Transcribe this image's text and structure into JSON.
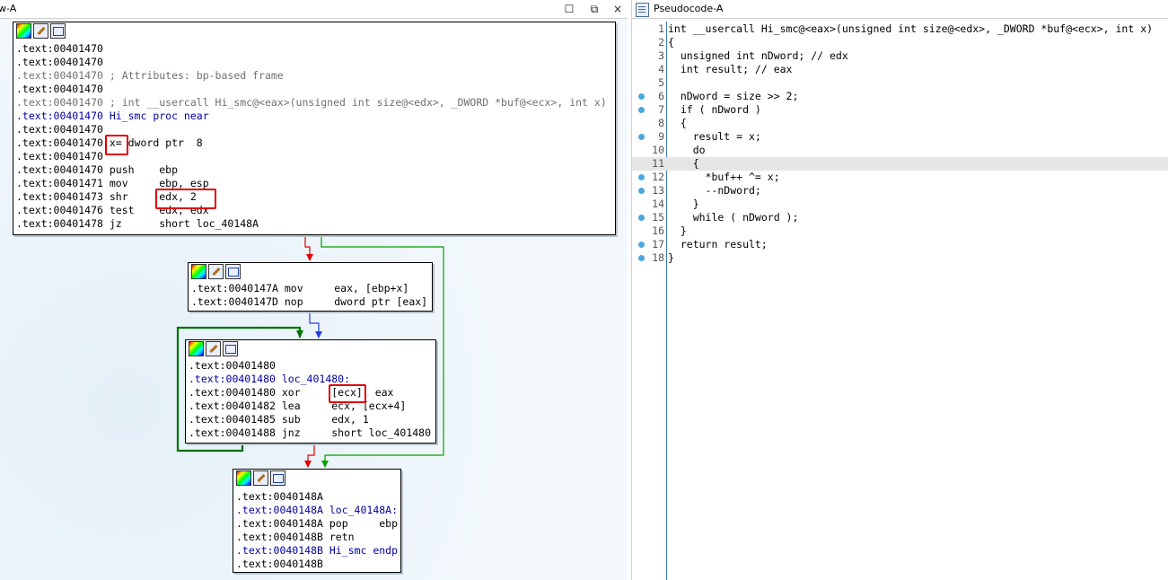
{
  "left": {
    "title": "w-A",
    "buttons": {
      "close_label": "×"
    }
  },
  "right": {
    "title": "Pseudocode-A"
  },
  "nodes": {
    "n1": [
      ".text:00401470",
      ".text:00401470",
      ".text:00401470 ; Attributes: bp-based frame",
      ".text:00401470",
      ".text:00401470 ; int __usercall Hi_smc@<eax>(unsigned int size@<edx>, _DWORD *buf@<ecx>, int x)",
      ".text:00401470 Hi_smc proc near",
      ".text:00401470",
      ".text:00401470 x= dword ptr  8",
      ".text:00401470",
      ".text:00401470 push    ebp",
      ".text:00401471 mov     ebp, esp",
      ".text:00401473 shr     edx, 2",
      ".text:00401476 test    edx, edx",
      ".text:00401478 jz      short loc_40148A"
    ],
    "n2": [
      ".text:0040147A mov     eax, [ebp+x]",
      ".text:0040147D nop     dword ptr [eax]"
    ],
    "n3": [
      ".text:00401480",
      ".text:00401480 loc_401480:",
      ".text:00401480 xor     [ecx], eax",
      ".text:00401482 lea     ecx, [ecx+4]",
      ".text:00401485 sub     edx, 1",
      ".text:00401488 jnz     short loc_401480"
    ],
    "n4": [
      ".text:0040148A",
      ".text:0040148A loc_40148A:",
      ".text:0040148A pop     ebp",
      ".text:0040148B retn",
      ".text:0040148B Hi_smc endp",
      ".text:0040148B"
    ]
  },
  "pseudocode": {
    "line_numbers": [
      "1",
      "2",
      "3",
      "4",
      "5",
      "6",
      "7",
      "8",
      "9",
      "10",
      "11",
      "12",
      "13",
      "14",
      "15",
      "16",
      "17",
      "18"
    ],
    "lines": [
      "int __usercall Hi_smc@<eax>(unsigned int size@<edx>, _DWORD *buf@<ecx>, int x)",
      "{",
      "  unsigned int nDword; // edx",
      "  int result; // eax",
      "",
      "  nDword = size >> 2;",
      "  if ( nDword )",
      "  {",
      "    result = x;",
      "    do",
      "    {",
      "      *buf++ ^= x;",
      "      --nDword;",
      "    }",
      "    while ( nDword );",
      "  }",
      "  return result;",
      "}"
    ],
    "breakpoint_lines": [
      6,
      7,
      9,
      12,
      13,
      15,
      17,
      18
    ],
    "highlighted_line": 11
  },
  "colors": {
    "edge_red": "#e00000",
    "edge_green": "#00a000",
    "edge_blue": "#2040e0",
    "highlight_box": "#e00000"
  }
}
